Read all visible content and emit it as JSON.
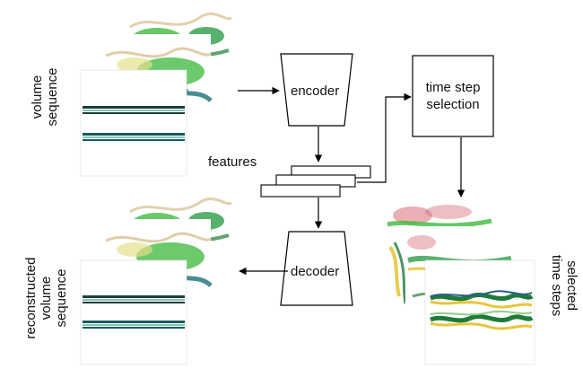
{
  "labels": {
    "input_sequence": [
      "volume",
      "sequence"
    ],
    "encoder": "encoder",
    "decoder": "decoder",
    "features": "features",
    "time_step_selection": [
      "time step",
      "selection"
    ],
    "reconstructed_sequence": [
      "reconstructed",
      "volume",
      "sequence"
    ],
    "selected_time_steps": [
      "selected",
      "time steps"
    ]
  },
  "colors": {
    "green": "#3dbb3d",
    "dark_green": "#1f7a3a",
    "teal": "#1b6f78",
    "tan": "#d9c59a",
    "red": "#d8707a",
    "yellow": "#e6c63a",
    "line": "#000000"
  }
}
